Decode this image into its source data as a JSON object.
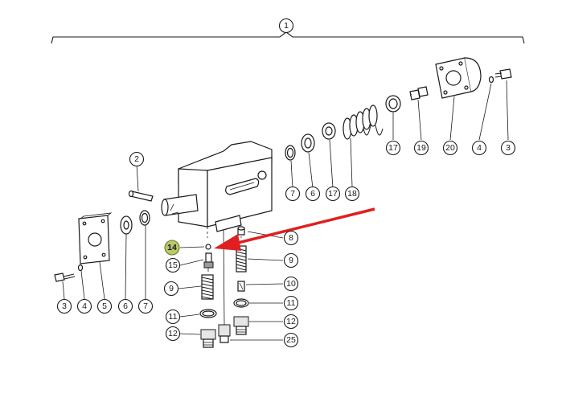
{
  "diagram": {
    "callouts": [
      {
        "id": "c1",
        "label": "1"
      },
      {
        "id": "c2",
        "label": "2"
      },
      {
        "id": "c3a",
        "label": "3"
      },
      {
        "id": "c3b",
        "label": "3"
      },
      {
        "id": "c4a",
        "label": "4"
      },
      {
        "id": "c4b",
        "label": "4"
      },
      {
        "id": "c5",
        "label": "5"
      },
      {
        "id": "c6a",
        "label": "6"
      },
      {
        "id": "c6b",
        "label": "6"
      },
      {
        "id": "c7a",
        "label": "7"
      },
      {
        "id": "c7b",
        "label": "7"
      },
      {
        "id": "c8",
        "label": "8"
      },
      {
        "id": "c9a",
        "label": "9"
      },
      {
        "id": "c9b",
        "label": "9"
      },
      {
        "id": "c10",
        "label": "10"
      },
      {
        "id": "c11a",
        "label": "11"
      },
      {
        "id": "c11b",
        "label": "11"
      },
      {
        "id": "c12a",
        "label": "12"
      },
      {
        "id": "c12b",
        "label": "12"
      },
      {
        "id": "c14",
        "label": "14"
      },
      {
        "id": "c15",
        "label": "15"
      },
      {
        "id": "c17a",
        "label": "17"
      },
      {
        "id": "c17b",
        "label": "17"
      },
      {
        "id": "c18",
        "label": "18"
      },
      {
        "id": "c19",
        "label": "19"
      },
      {
        "id": "c20",
        "label": "20"
      },
      {
        "id": "c25",
        "label": "25"
      }
    ],
    "highlighted_callout": "14",
    "colors": {
      "line": "#1a1a1a",
      "highlight_fill": "#b8c96a",
      "arrow": "#e02020",
      "background": "#ffffff"
    }
  }
}
